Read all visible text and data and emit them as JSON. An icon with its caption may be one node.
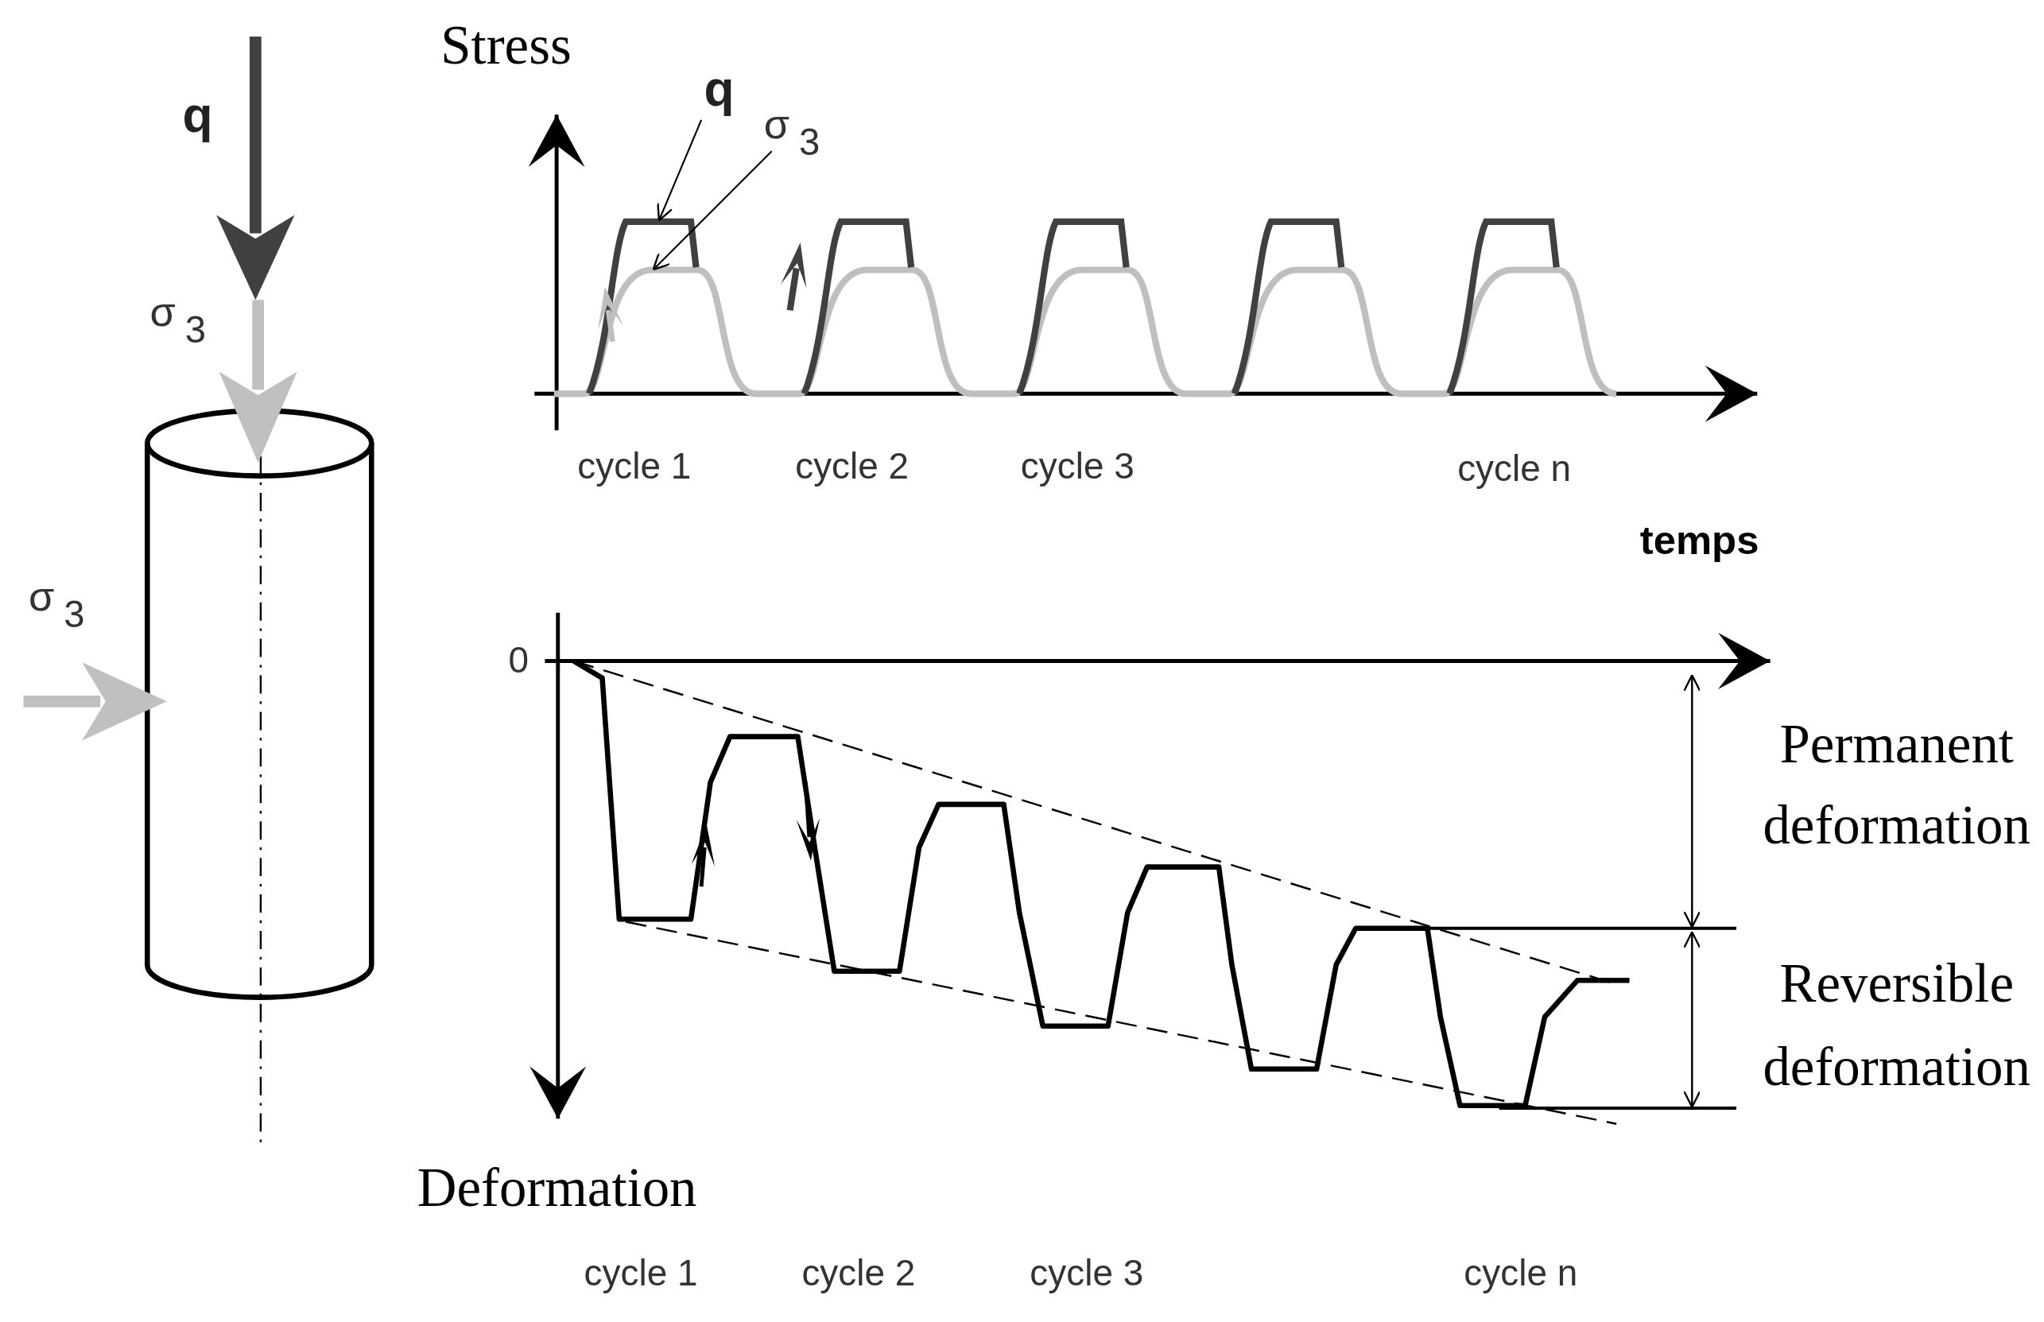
{
  "diagram": {
    "nodes": [
      {
        "text": [
          "q"
        ]
      },
      {
        "text": [
          "σ$_{3}$"
        ]
      },
      {
        "text": [],
        "shape": "curve"
      },
      {
        "text": [],
        "shape": "curve"
      }
    ],
    "edges": [
      {
        "from": 0,
        "to": 2,
        "arrow": "to"
      },
      {
        "from": 1,
        "to": 3,
        "arrow": "to"
      }
    ],
    "labels": [
      "q",
      "Stress",
      "σ$_{3}$",
      "cycle 1",
      "cycle 2",
      "cycle 3",
      "cycle n",
      "temps",
      "σ$_{3}$",
      "0",
      "Permanent deformation",
      "Reversible deformation",
      "Deformation",
      "cycle 1",
      "cycle 2",
      "cycle 3",
      "cycle n"
    ]
  }
}
